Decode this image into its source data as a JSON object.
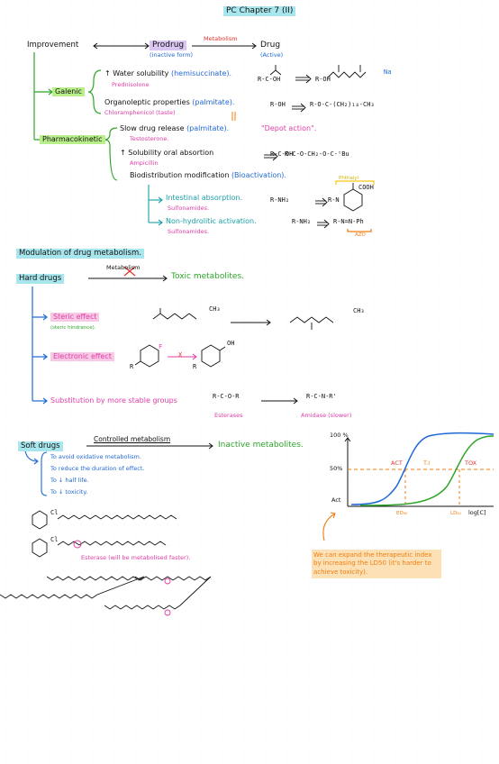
{
  "title": "PC Chapter 7 (II)",
  "top": {
    "improvement": "Improvement",
    "prodrug": "Prodrug",
    "prodrug_sub": "(inactive form)",
    "metabolism": "Metabolism",
    "drug": "Drug",
    "drug_sub": "(Active)",
    "galenic": "Galenic",
    "pharmacokinetic": "Pharmacokinetic",
    "water_solubility": "Water solubility",
    "water_solubility_note": "(hemisuccinate).",
    "prednisolone": "Prednisolone",
    "organoleptic": "Organoleptic properties",
    "organoleptic_note": "(palmitate).",
    "chloramphenicol": "Chloramphenicol (taste)",
    "slow_release": "Slow drug release",
    "slow_release_note": "(palmitate).",
    "depot": "\"Depot action\".",
    "testosterone": "Testosterone.",
    "oral_absorption": "Solubility oral absortion",
    "ampicillin": "Ampicillin",
    "biodistribution": "Biodistribution modification",
    "bioactivation": "(Bioactivation).",
    "intestinal": "Intestinal absorption.",
    "sulfonamides1": "Sulfonamides.",
    "non_hydrolitic": "Non-hydrolitic activation.",
    "sulfonamides2": "Sulfonamides.",
    "phthalyl": "Phthalyl",
    "azo": "AZO",
    "chem_roh1": "R-OH",
    "chem_roh2": "R-OH",
    "chem_rcooh": "R-C-OH",
    "chem_rnh2_1": "R-NH₂",
    "chem_rnh2_2": "R-NH₂",
    "chem_rn": "R-N",
    "chem_azo": "R-N=N-Ph",
    "chem_palm": "R-O-C-(CH₂)₁₄-CH₃",
    "chem_tbu": "R-C-O-CH₂-O-C-ᵗBu",
    "chem_na": "Na",
    "chem_cooh": "COOH"
  },
  "modulation": {
    "heading": "Modulation of drug metabolism.",
    "hard_drugs": "Hard drugs",
    "metabolism_crossed": "Metabolism",
    "toxic": "Toxic metabolites.",
    "steric": "Steric effect",
    "steric_note": "(steric hindrance).",
    "electronic": "Electronic effect",
    "substitution": "Substitution by more stable groups",
    "esterases": "Esterases",
    "amidase": "Amidase (slower)",
    "chem_f": "F",
    "chem_oh": "OH",
    "chem_x": "X",
    "chem_r1": "R",
    "chem_r2": "R",
    "chem_ester": "R-C-O-R",
    "chem_amide": "R-C-N-R'",
    "chem_quat1": "CH₃",
    "chem_quat2": "CH₃"
  },
  "soft": {
    "soft_drugs": "Soft drugs",
    "controlled": "Controlled metabolism",
    "inactive": "Inactive metabolites.",
    "bullets": [
      "To avoid oxidative metabolism.",
      "To reduce the duration of effect.",
      "To ↓ half life.",
      "To ↓ toxicity."
    ],
    "esterase_note": "Esterase (will be metabolised faster).",
    "cl1": "Cl",
    "cl2": "Cl"
  },
  "graph": {
    "y_top": "100 %",
    "y_mid": "50%",
    "y_label": "Act",
    "x_label": "log[C]",
    "act": "ACT",
    "ti": "T.I",
    "tox": "TOX",
    "ed50": "ED₅₀",
    "ld50": "LD₅₀",
    "note": "We can expand the therapeutic index by increasing the LD50 (it's harder to achieve toxicity)."
  },
  "chart_data": {
    "type": "line",
    "xlabel": "log[C]",
    "ylabel": "Act",
    "series": [
      {
        "name": "ACT",
        "points": "sigmoid",
        "midpoint_label": "ED₅₀"
      },
      {
        "name": "TOX",
        "points": "sigmoid",
        "midpoint_label": "LD₅₀"
      }
    ],
    "yticks": [
      "50%",
      "100 %"
    ],
    "annotations": [
      "ACT",
      "T.I",
      "TOX"
    ]
  },
  "colors": {
    "blue": "#1f68d6",
    "green": "#2ea52a",
    "orange": "#f07d10",
    "pink": "#e03da6",
    "red": "#e0322e",
    "teal": "#1aa0a6"
  }
}
